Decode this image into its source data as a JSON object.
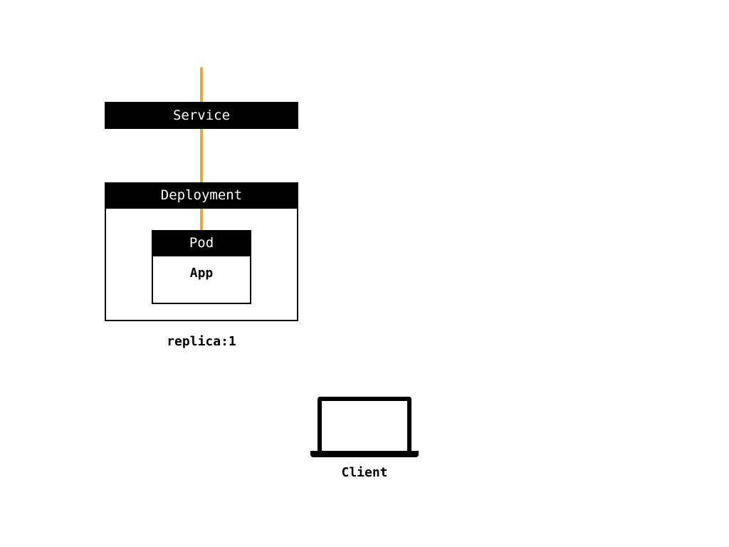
{
  "service": {
    "label": "Service"
  },
  "deployment": {
    "label": "Deployment",
    "replica_label": "replica:1"
  },
  "pod": {
    "label": "Pod",
    "app_label": "App"
  },
  "client": {
    "label": "Client",
    "icon": "laptop-icon"
  },
  "colors": {
    "connector": "#f0a43a",
    "box": "#000000",
    "text_on_box": "#ffffff"
  }
}
